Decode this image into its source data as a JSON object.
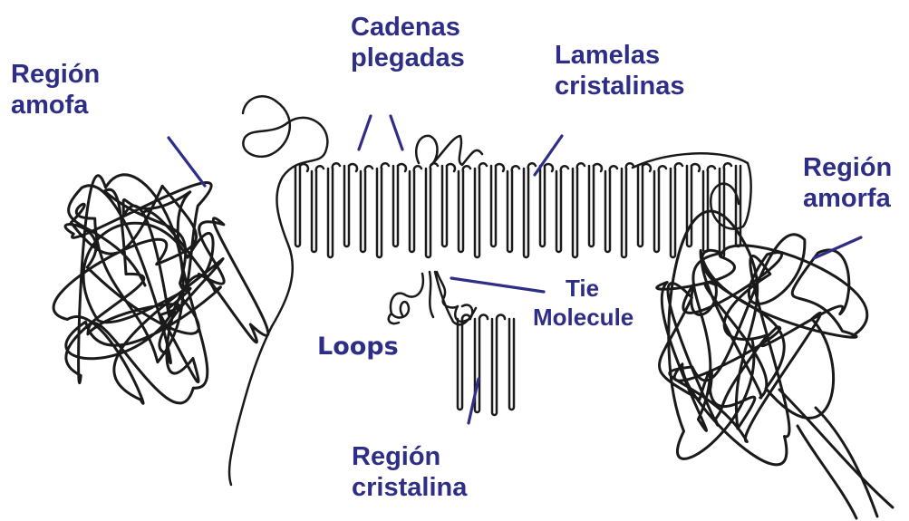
{
  "colors": {
    "label": "#2e2e86",
    "line": "#1a1a1a",
    "background": "#ffffff"
  },
  "labels": {
    "region_amofa": [
      "Región",
      "amofa"
    ],
    "cadenas_plegadas": [
      "Cadenas",
      "plegadas"
    ],
    "lamelas_cristalinas": [
      "Lamelas",
      "cristalinas"
    ],
    "region_amorfa": [
      "Región",
      "amorfa"
    ],
    "tie_molecule": [
      "Tie",
      "Molecule"
    ],
    "loops": "Loops",
    "region_cristalina": [
      "Región",
      "cristalina"
    ]
  }
}
